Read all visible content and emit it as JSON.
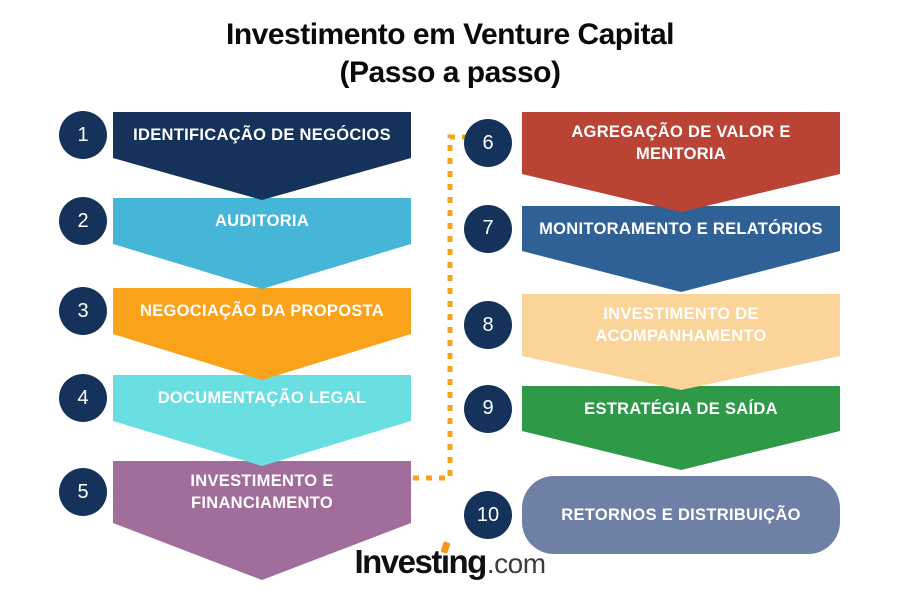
{
  "title": {
    "line1": "Investimento em Venture Capital",
    "line2": "(Passo a passo)"
  },
  "steps": [
    {
      "number": "1",
      "label": "IDENTIFICAÇÃO DE NEGÓCIOS",
      "color": "#14325A",
      "text_color": "#FFFFFF"
    },
    {
      "number": "2",
      "label": "AUDITORIA",
      "color": "#45B6D8",
      "text_color": "#FFFFFF"
    },
    {
      "number": "3",
      "label": "NEGOCIAÇÃO DA PROPOSTA",
      "color": "#F9A21A",
      "text_color": "#FFFFFF"
    },
    {
      "number": "4",
      "label": "DOCUMENTAÇÃO LEGAL",
      "color": "#69DFE2",
      "text_color": "#FFFFFF"
    },
    {
      "number": "5",
      "label": "INVESTIMENTO E FINANCIAMENTO",
      "color": "#A16D9B",
      "text_color": "#FFFFFF"
    },
    {
      "number": "6",
      "label": "AGREGAÇÃO DE VALOR E MENTORIA",
      "color": "#B94435",
      "text_color": "#FFFFFF"
    },
    {
      "number": "7",
      "label": "MONITORAMENTO E RELATÓRIOS",
      "color": "#2F6096",
      "text_color": "#FFFFFF"
    },
    {
      "number": "8",
      "label": "INVESTIMENTO DE ACOMPANHAMENTO",
      "color": "#FBD499",
      "text_color": "#FFFFFF"
    },
    {
      "number": "9",
      "label": "ESTRATÉGIA DE SAÍDA",
      "color": "#2E9947",
      "text_color": "#FFFFFF"
    },
    {
      "number": "10",
      "label": "RETORNOS E DISTRIBUIÇÃO",
      "color": "#6F80A6",
      "text_color": "#FFFFFF"
    }
  ],
  "badge_color": "#14325A",
  "connector_color": "#F5A31D",
  "logo": {
    "brand_prefix": "Invest",
    "brand_i": "ı",
    "brand_suffix": "ng",
    "tld": ".com",
    "accent_color": "#F7941D"
  }
}
